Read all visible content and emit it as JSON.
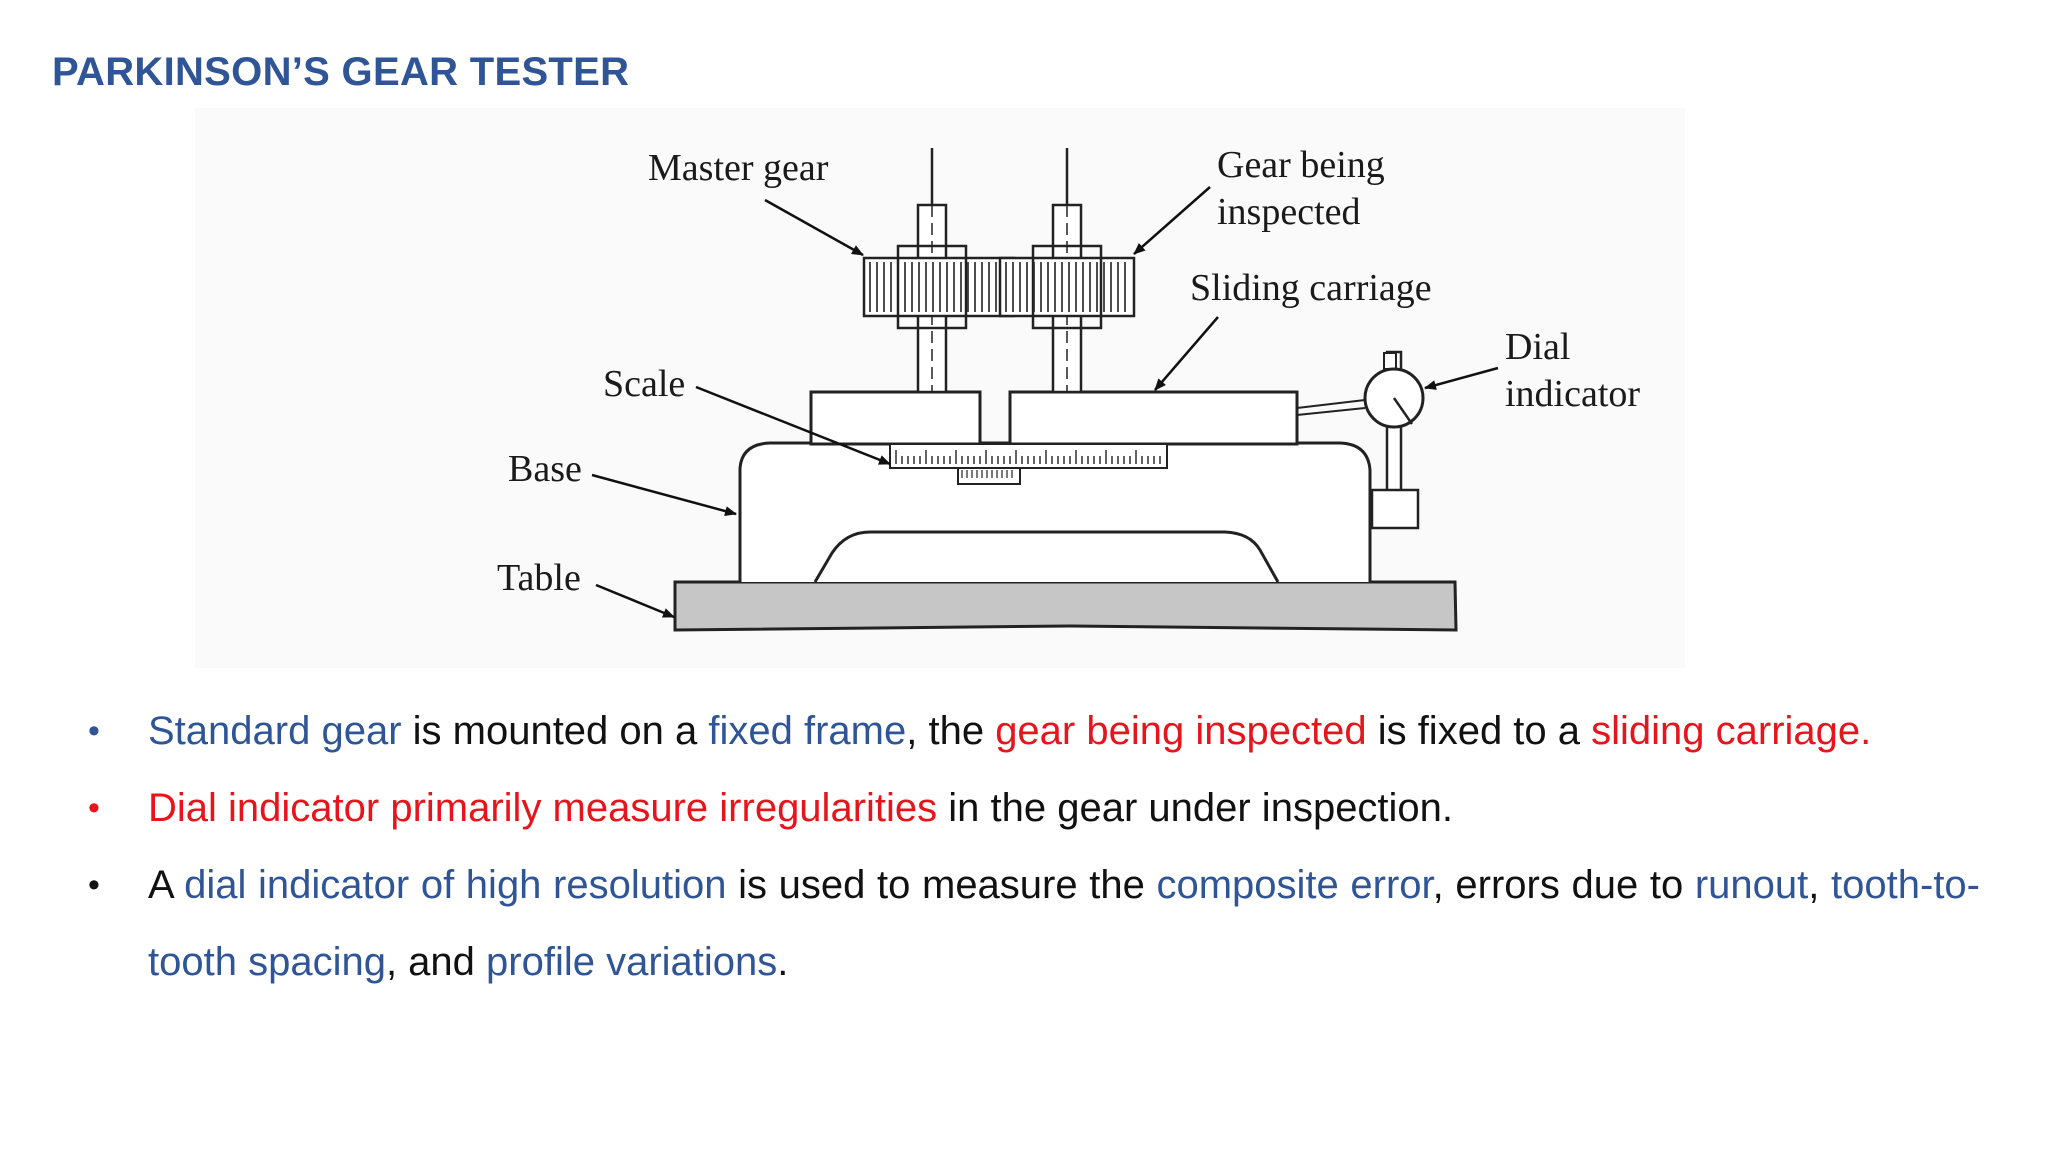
{
  "slide": {
    "title": "PARKINSON’S GEAR TESTER"
  },
  "diagram": {
    "labels": {
      "master_gear": "Master gear",
      "gear_being_line1": "Gear being",
      "gear_being_line2": "inspected",
      "sliding_carriage": "Sliding carriage",
      "dial_line1": "Dial",
      "dial_line2": "indicator",
      "scale": "Scale",
      "base": "Base",
      "table": "Table"
    }
  },
  "bullets": [
    {
      "marker": "•",
      "marker_color": "#2f5597",
      "segments": [
        {
          "text": "Standard gear",
          "color": "#2f5597"
        },
        {
          "text": " is mounted on a ",
          "color": "#111111"
        },
        {
          "text": "fixed frame",
          "color": "#2f5597"
        },
        {
          "text": ", the ",
          "color": "#111111"
        },
        {
          "text": "gear being inspected",
          "color": "#e8141b"
        },
        {
          "text": " is fixed to a ",
          "color": "#111111"
        },
        {
          "text": "sliding carriage.",
          "color": "#e8141b"
        }
      ]
    },
    {
      "marker": "•",
      "marker_color": "#e8141b",
      "segments": [
        {
          "text": "Dial indicator primarily measure irregularities",
          "color": "#e8141b"
        },
        {
          "text": " in the gear under inspection.",
          "color": "#111111"
        }
      ]
    },
    {
      "marker": "•",
      "marker_color": "#111111",
      "segments": [
        {
          "text": "A ",
          "color": "#111111"
        },
        {
          "text": "dial indicator of high resolution",
          "color": "#2f5597"
        },
        {
          "text": " is used to measure the ",
          "color": "#111111"
        },
        {
          "text": "composite error",
          "color": "#2f5597"
        },
        {
          "text": ", errors due to ",
          "color": "#111111"
        },
        {
          "text": "runout",
          "color": "#2f5597"
        },
        {
          "text": ", ",
          "color": "#111111"
        },
        {
          "text": "tooth-to-tooth spacing",
          "color": "#2f5597"
        },
        {
          "text": ", and ",
          "color": "#111111"
        },
        {
          "text": "profile variations",
          "color": "#2f5597"
        },
        {
          "text": ".",
          "color": "#111111"
        }
      ]
    }
  ]
}
